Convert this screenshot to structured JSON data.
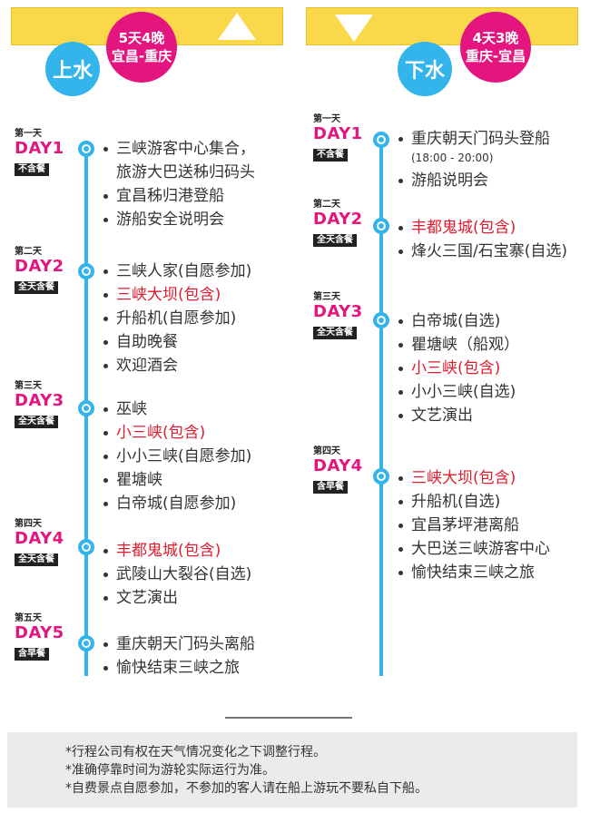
{
  "left": {
    "direction_label": "上水",
    "badge_line1": "5天4晚",
    "badge_line2": "宜昌-重庆",
    "days": [
      {
        "num": "第一天",
        "day": "DAY1",
        "meal": "不含餐",
        "items": [
          {
            "text": "三峡游客中心集合，",
            "highlight": false
          },
          {
            "text": "旅游大巴送秭归码头",
            "highlight": false,
            "continuation": true
          },
          {
            "text": "宜昌秭归港登船",
            "highlight": false
          },
          {
            "text": "游船安全说明会",
            "highlight": false
          }
        ]
      },
      {
        "num": "第二天",
        "day": "DAY2",
        "meal": "全天含餐",
        "items": [
          {
            "text": "三峡人家(自愿参加)",
            "highlight": false
          },
          {
            "text": "三峡大坝(包含)",
            "highlight": true
          },
          {
            "text": "升船机(自愿参加)",
            "highlight": false
          },
          {
            "text": "自助晚餐",
            "highlight": false
          },
          {
            "text": "欢迎酒会",
            "highlight": false
          }
        ]
      },
      {
        "num": "第三天",
        "day": "DAY3",
        "meal": "全天含餐",
        "items": [
          {
            "text": "巫峡",
            "highlight": false
          },
          {
            "text": "小三峡(包含)",
            "highlight": true
          },
          {
            "text": "小小三峡(自愿参加)",
            "highlight": false
          },
          {
            "text": "瞿塘峡",
            "highlight": false
          },
          {
            "text": "白帝城(自愿参加)",
            "highlight": false
          }
        ]
      },
      {
        "num": "第四天",
        "day": "DAY4",
        "meal": "全天含餐",
        "items": [
          {
            "text": "丰都鬼城(包含)",
            "highlight": true
          },
          {
            "text": "武陵山大裂谷(自选)",
            "highlight": false
          },
          {
            "text": "文艺演出",
            "highlight": false
          }
        ]
      },
      {
        "num": "第五天",
        "day": "DAY5",
        "meal": "含早餐",
        "items": [
          {
            "text": "重庆朝天门码头离船",
            "highlight": false
          },
          {
            "text": "愉快结束三峡之旅",
            "highlight": false
          }
        ]
      }
    ]
  },
  "right": {
    "direction_label": "下水",
    "badge_line1": "4天3晚",
    "badge_line2": "重庆-宜昌",
    "days": [
      {
        "num": "第一天",
        "day": "DAY1",
        "meal": "不含餐",
        "items": [
          {
            "text": "重庆朝天门码头登船",
            "highlight": false,
            "sub": "(18:00 - 20:00)"
          },
          {
            "text": "游船说明会",
            "highlight": false
          }
        ]
      },
      {
        "num": "第二天",
        "day": "DAY2",
        "meal": "全天含餐",
        "items": [
          {
            "text": "丰都鬼城(包含)",
            "highlight": true
          },
          {
            "text": "烽火三国/石宝寨(自选)",
            "highlight": false
          }
        ]
      },
      {
        "num": "第三天",
        "day": "DAY3",
        "meal": "全天含餐",
        "items": [
          {
            "text": "白帝城(自选)",
            "highlight": false
          },
          {
            "text": "瞿塘峡（船观）",
            "highlight": false
          },
          {
            "text": "小三峡(包含)",
            "highlight": true
          },
          {
            "text": "小小三峡(自选)",
            "highlight": false
          },
          {
            "text": "文艺演出",
            "highlight": false
          }
        ]
      },
      {
        "num": "第四天",
        "day": "DAY4",
        "meal": "含早餐",
        "items": [
          {
            "text": "三峡大坝(包含)",
            "highlight": true
          },
          {
            "text": "升船机(自选)",
            "highlight": false
          },
          {
            "text": "宜昌茅坪港离船",
            "highlight": false
          },
          {
            "text": "大巴送三峡游客中心",
            "highlight": false
          },
          {
            "text": "愉快结束三峡之旅",
            "highlight": false
          }
        ]
      }
    ]
  },
  "notes": [
    "*行程公司有权在天气情况变化之下调整行程。",
    "*准确停靠时间为游轮实际运行为准。",
    "*自费景点自愿参加，不参加的客人请在船上游玩不要私自下船。"
  ],
  "colors": {
    "accent_blue": "#33b5ec",
    "accent_pink": "#e4157f",
    "highlight_red": "#e01b2d",
    "banner_yellow": "#f9d84a"
  }
}
